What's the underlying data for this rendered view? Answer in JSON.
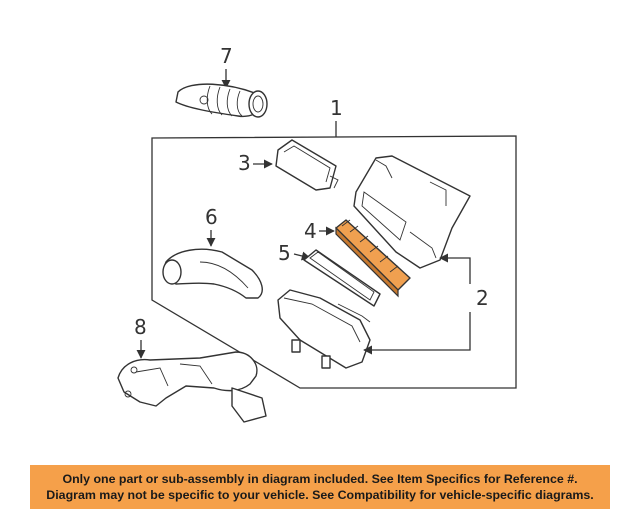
{
  "callouts": [
    "1",
    "2",
    "3",
    "4",
    "5",
    "6",
    "7",
    "8"
  ],
  "banner": {
    "line1": "Only one part or sub-assembly in diagram included. See Item Specifics for Reference #.",
    "line2": "Diagram may not be specific to your vehicle. See Compatibility for vehicle-specific diagrams."
  },
  "colors": {
    "highlight": "#f5a04a",
    "filter_fill": "#f0a050",
    "line": "#333333"
  }
}
